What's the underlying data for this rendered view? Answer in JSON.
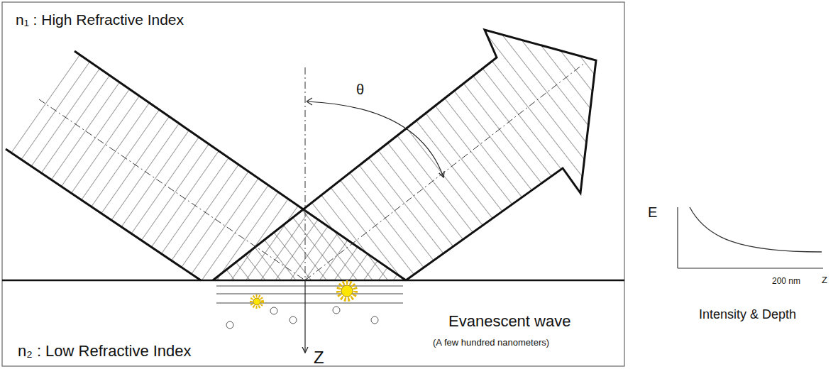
{
  "diagram": {
    "labels": [
      "n₁ : High Refractive Index",
      "θ",
      "Evanescent wave",
      "(A few hundred nanometers)",
      "n₂ : Low Refractive Index",
      "Z",
      "E",
      "200 nm",
      "Z",
      "Intensity & Depth"
    ]
  }
}
